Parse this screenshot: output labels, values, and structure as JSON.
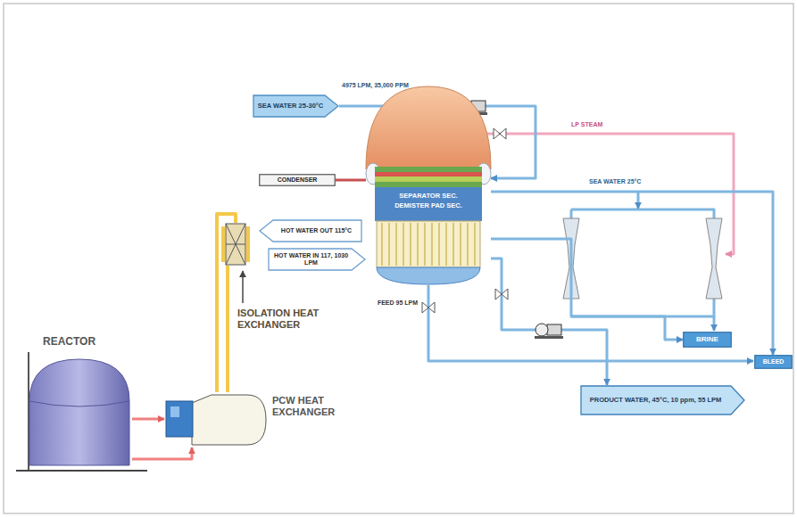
{
  "diagram": {
    "nodes": [
      {
        "text": [
          "SEA WATER 25-30°C"
        ]
      },
      {
        "text": [
          "CONDENSER"
        ]
      },
      {
        "text": [
          "SEPARATOR SEC.",
          "DEMISTER PAD SEC."
        ]
      },
      {
        "text": [
          "HOT WATER OUT 115°C"
        ]
      },
      {
        "text": [
          "HOT WATER IN 117, 1030 LPM"
        ]
      },
      {
        "text": [
          "ISOLATION HEAT EXCHANGER"
        ]
      },
      {
        "text": [
          "REACTOR"
        ]
      },
      {
        "text": [
          "PCW HEAT EXCHANGER"
        ]
      },
      {
        "text": [
          "BRINE"
        ]
      },
      {
        "text": [
          "BLEED"
        ]
      },
      {
        "text": [
          "PRODUCT WATER, 45°C, 10 ppm, 55 LPM"
        ]
      }
    ],
    "edges": [
      {
        "from": 0,
        "to": 2,
        "arrow": "to"
      },
      {
        "from": 6,
        "to": 7,
        "arrow": "to"
      },
      {
        "from": 7,
        "to": 5,
        "arrow": "none"
      },
      {
        "from": 2,
        "to": 8,
        "arrow": "to"
      },
      {
        "from": 2,
        "to": 10,
        "arrow": "to"
      },
      {
        "from": 2,
        "to": 9,
        "arrow": "to"
      }
    ],
    "labels": [
      "4975 LPM, 35,000 PPM",
      "LP STEAM",
      "SEA WATER 25°C",
      "FEED 95 LPM"
    ]
  }
}
